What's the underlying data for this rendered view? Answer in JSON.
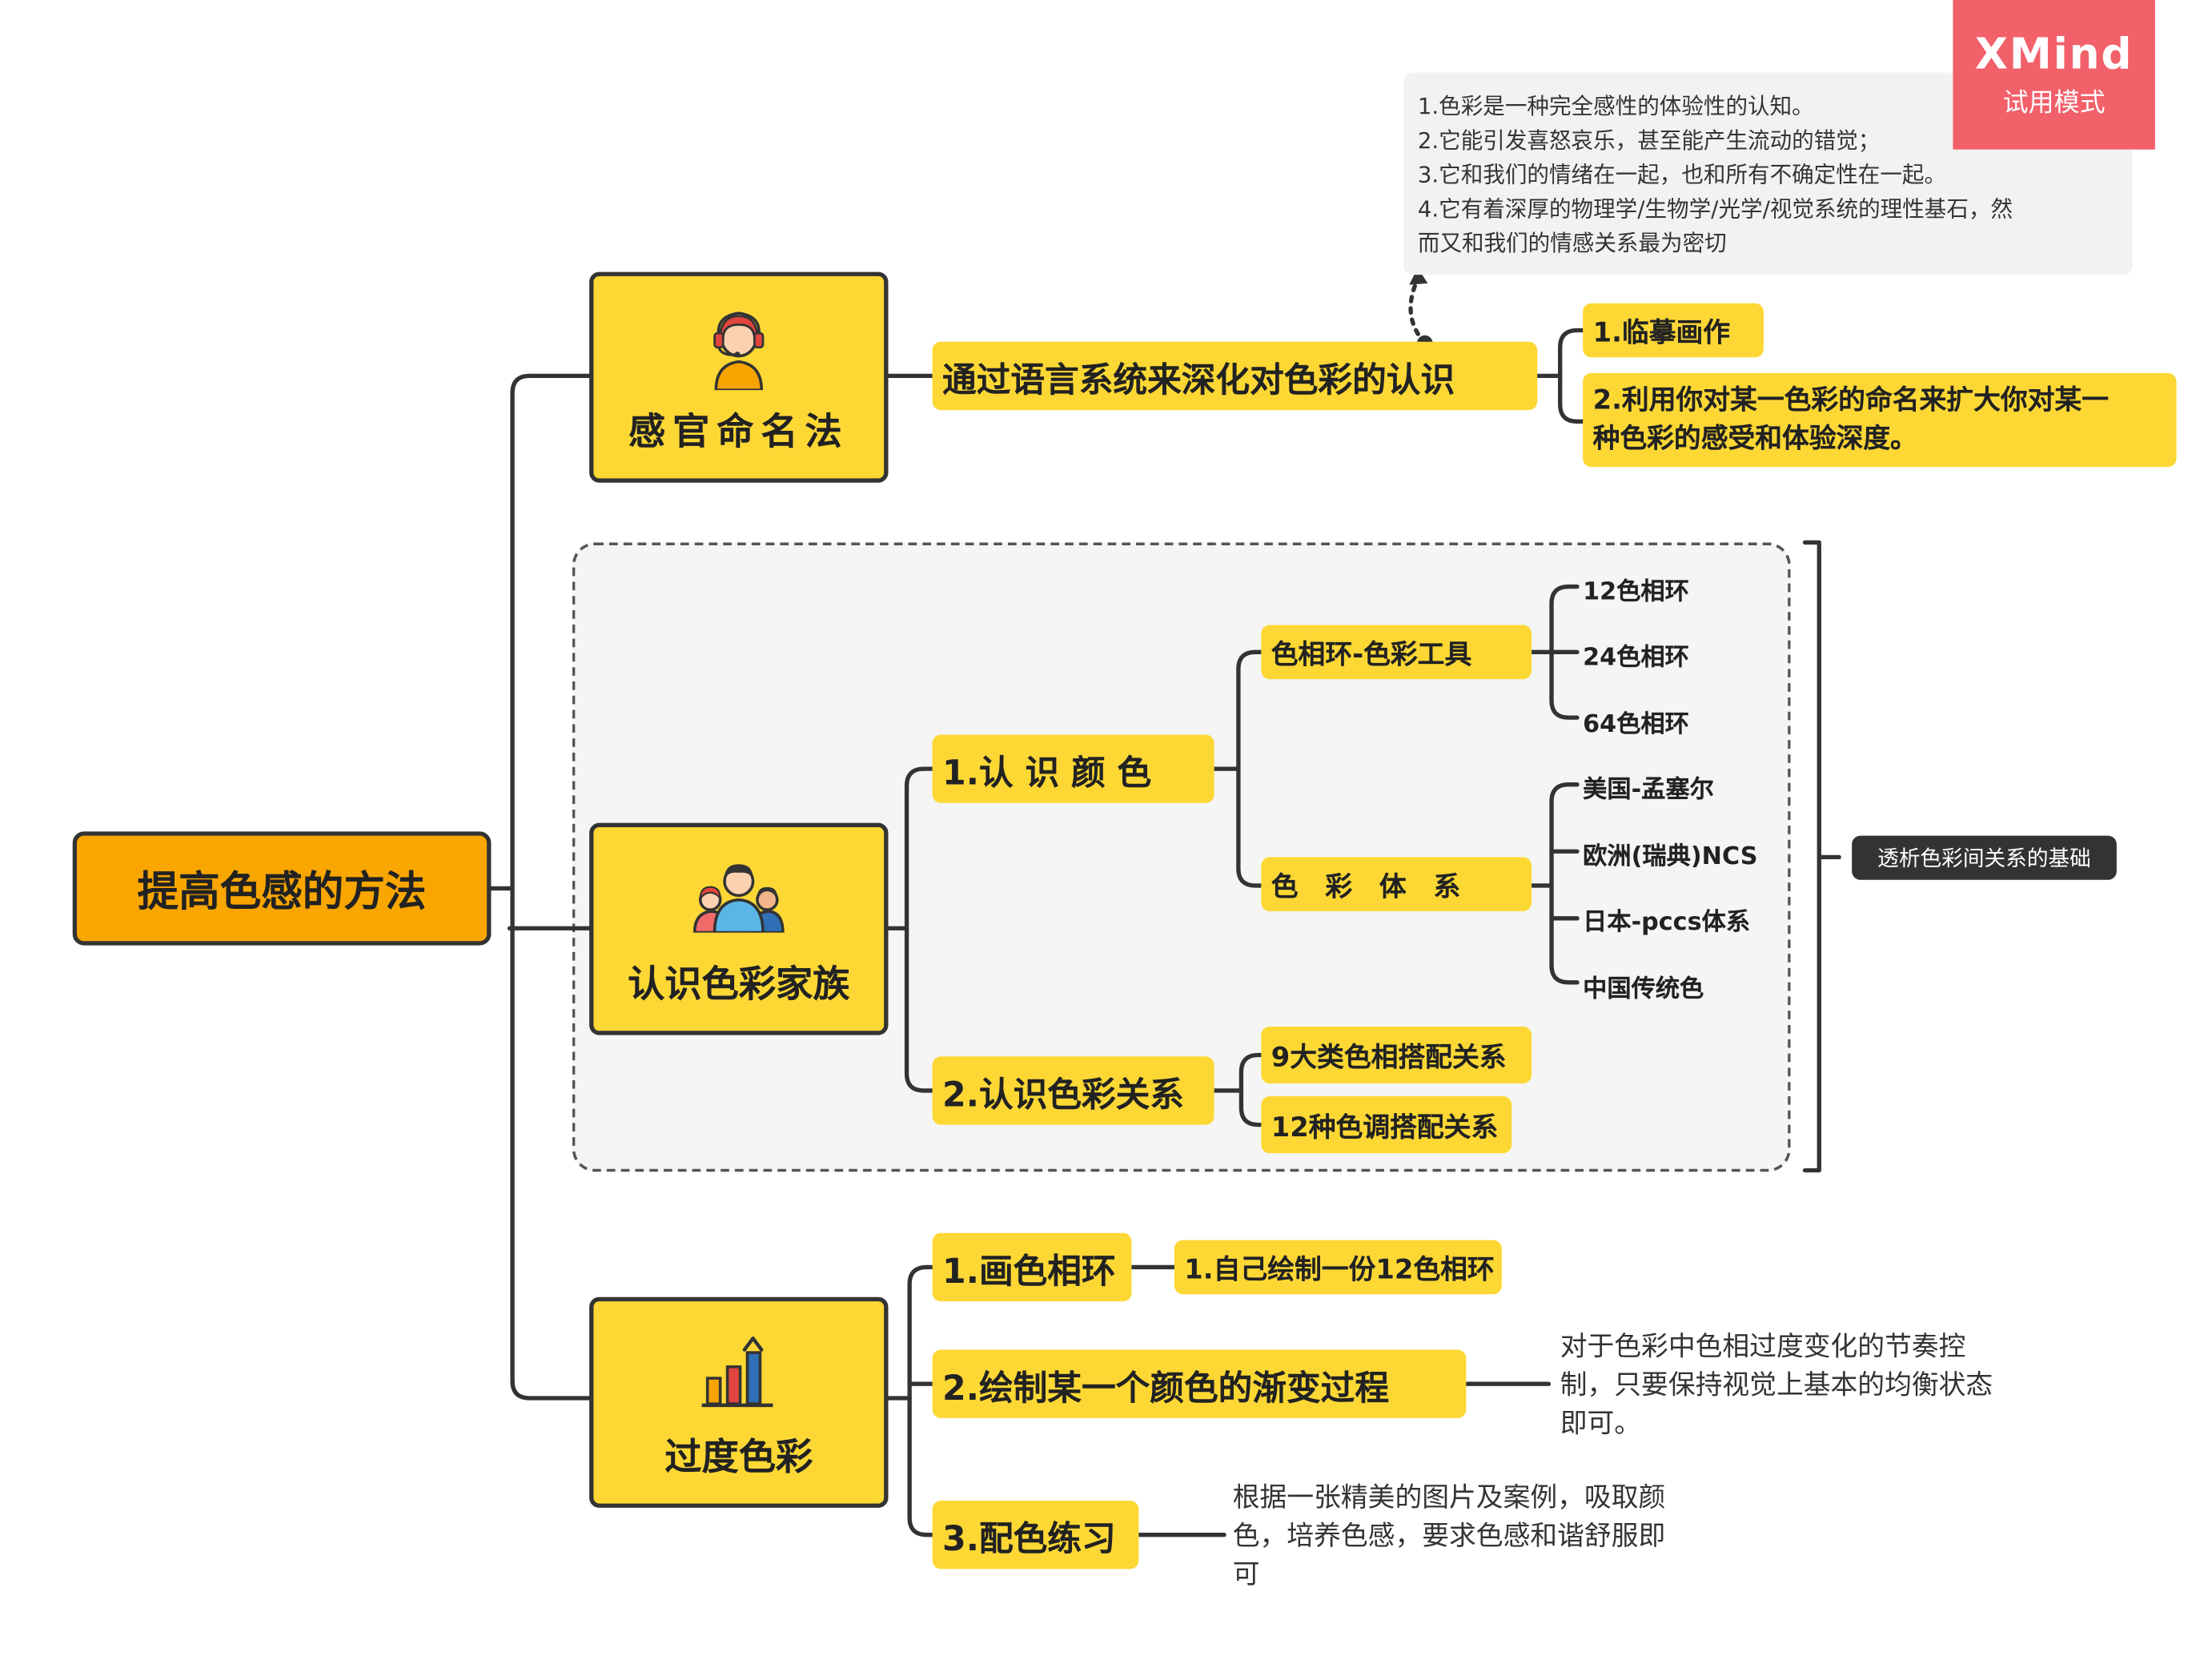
{
  "watermark": {
    "brand": "XMind",
    "mode": "试用模式"
  },
  "root": "提高色感的方法",
  "branch1": {
    "title": "感官命名法",
    "icon": "headset-person-icon",
    "topic": "通过语言系统来深化对色彩的认识",
    "children": [
      "1.临摹画作",
      "2.利用你对某一色彩的命名来扩大你对某一",
      "种色彩的感受和体验深度。"
    ],
    "note": [
      "1.色彩是一种完全感性的体验性的认知。",
      "2.它能引发喜怒哀乐，甚至能产生流动的错觉；",
      "3.它和我们的情绪在一起，也和所有不确定性在一起。",
      "4.它有着深厚的物理学/生物学/光学/视觉系统的理性基石，然",
      "而又和我们的情感关系最为密切"
    ]
  },
  "branch2": {
    "title": "认识色彩家族",
    "icon": "family-group-icon",
    "summary": "透析色彩间关系的基础",
    "sub1": {
      "title": "1.认 识 颜 色",
      "wheel": {
        "title": "色相环-色彩工具",
        "items": [
          "12色相环",
          "24色相环",
          "64色相环"
        ]
      },
      "system": {
        "title": "色　彩　体　系",
        "items": [
          "美国-孟塞尔",
          "欧洲(瑞典)NCS",
          "日本-pccs体系",
          "中国传统色"
        ]
      }
    },
    "sub2": {
      "title": "2.认识色彩关系",
      "items": [
        "9大类色相搭配关系",
        "12种色调搭配关系"
      ]
    }
  },
  "branch3": {
    "title": "过度色彩",
    "icon": "bar-chart-icon",
    "sub1": {
      "title": "1.画色相环",
      "child": "1.自己绘制一份12色相环"
    },
    "sub2": {
      "title": "2.绘制某一个颜色的渐变过程",
      "desc": [
        "对于色彩中色相过度变化的节奏控",
        "制，只要保持视觉上基本的均衡状态",
        "即可。"
      ]
    },
    "sub3": {
      "title": "3.配色练习",
      "desc": [
        "根据一张精美的图片及案例，吸取颜",
        "色，培养色感，要求色感和谐舒服即",
        "可"
      ]
    }
  },
  "colors": {
    "topic_yellow": "#FDD835",
    "root_orange": "#F9A600",
    "line": "#333333",
    "badge_red": "#F2606A"
  }
}
